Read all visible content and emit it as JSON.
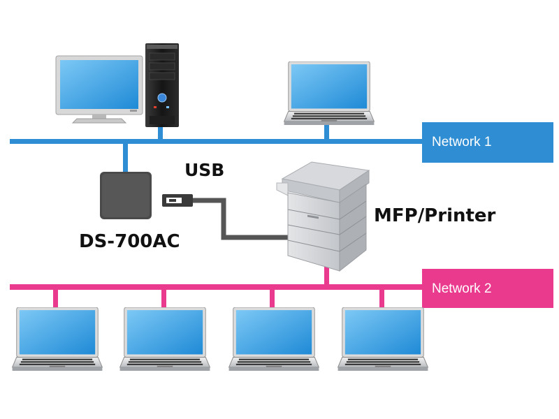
{
  "network1": {
    "label": "Network 1",
    "color": "#2f8ed3"
  },
  "network2": {
    "label": "Network 2",
    "color": "#ea3a8e"
  },
  "usb": {
    "label": "USB"
  },
  "device_server": {
    "label": "DS-700AC"
  },
  "printer": {
    "label": "MFP/Printer"
  },
  "icons": {
    "desktop": "desktop-computer-icon",
    "laptop": "laptop-icon",
    "device_server": "device-server-icon",
    "usb_plug": "usb-plug-icon",
    "printer": "mfp-printer-icon"
  }
}
